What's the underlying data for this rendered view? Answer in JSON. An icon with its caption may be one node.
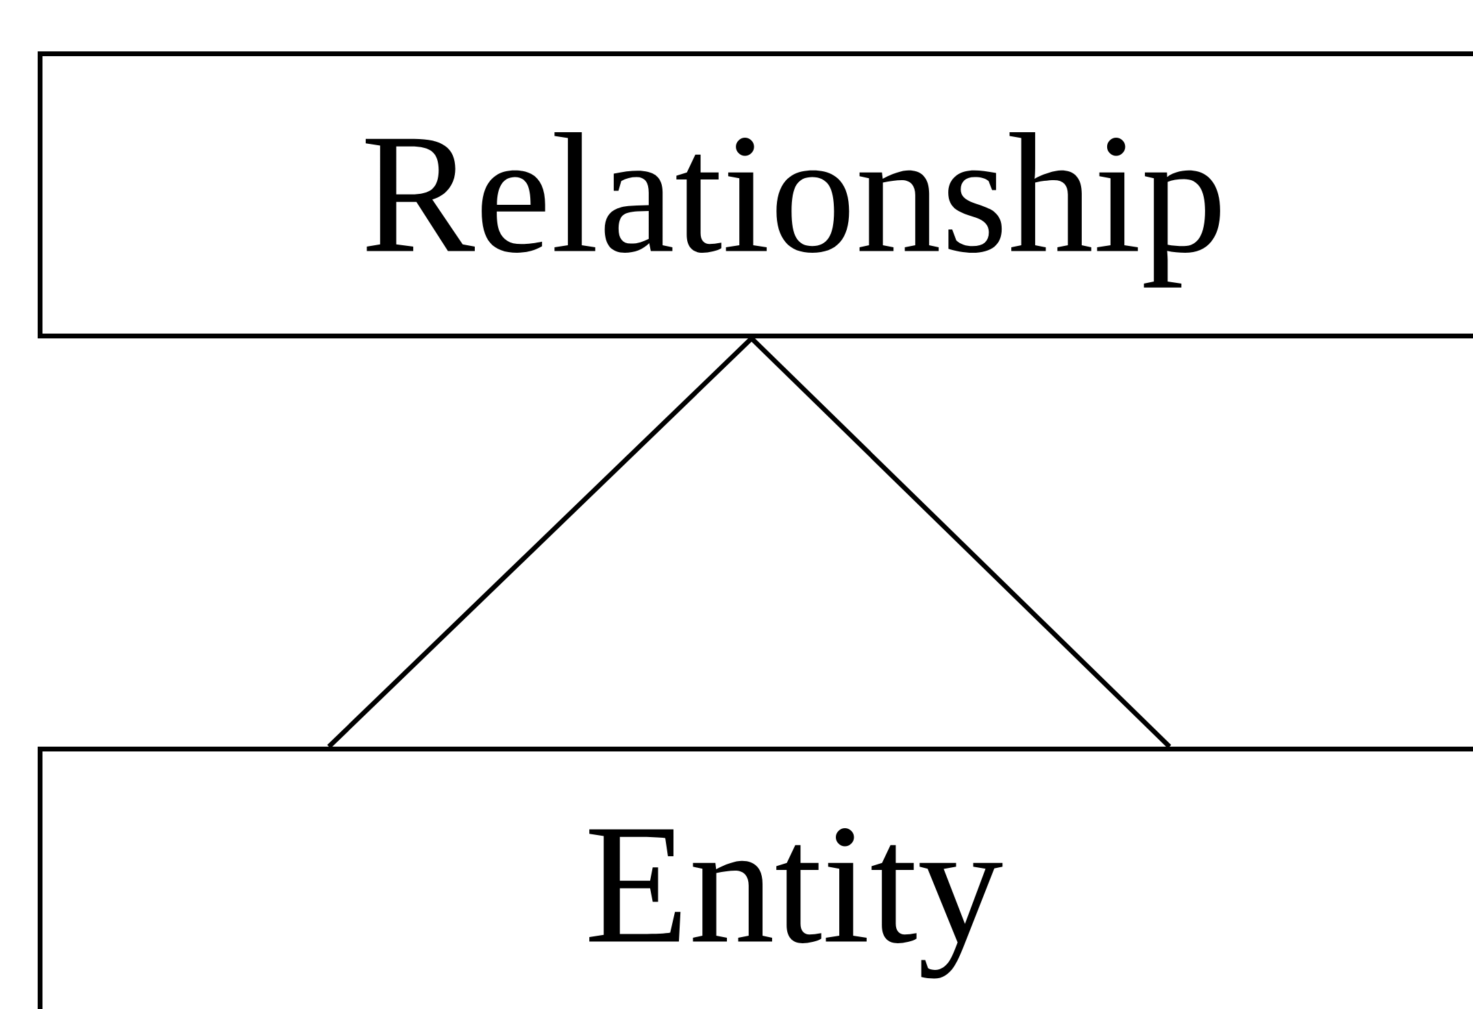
{
  "diagram": {
    "nodes": [
      {
        "text": [
          "Relationship"
        ]
      },
      {
        "text": [
          "Entity"
        ]
      }
    ],
    "edges": [
      {
        "from": 0,
        "to": 1,
        "arrow": "none"
      },
      {
        "from": 0,
        "to": 1,
        "arrow": "none"
      }
    ]
  }
}
